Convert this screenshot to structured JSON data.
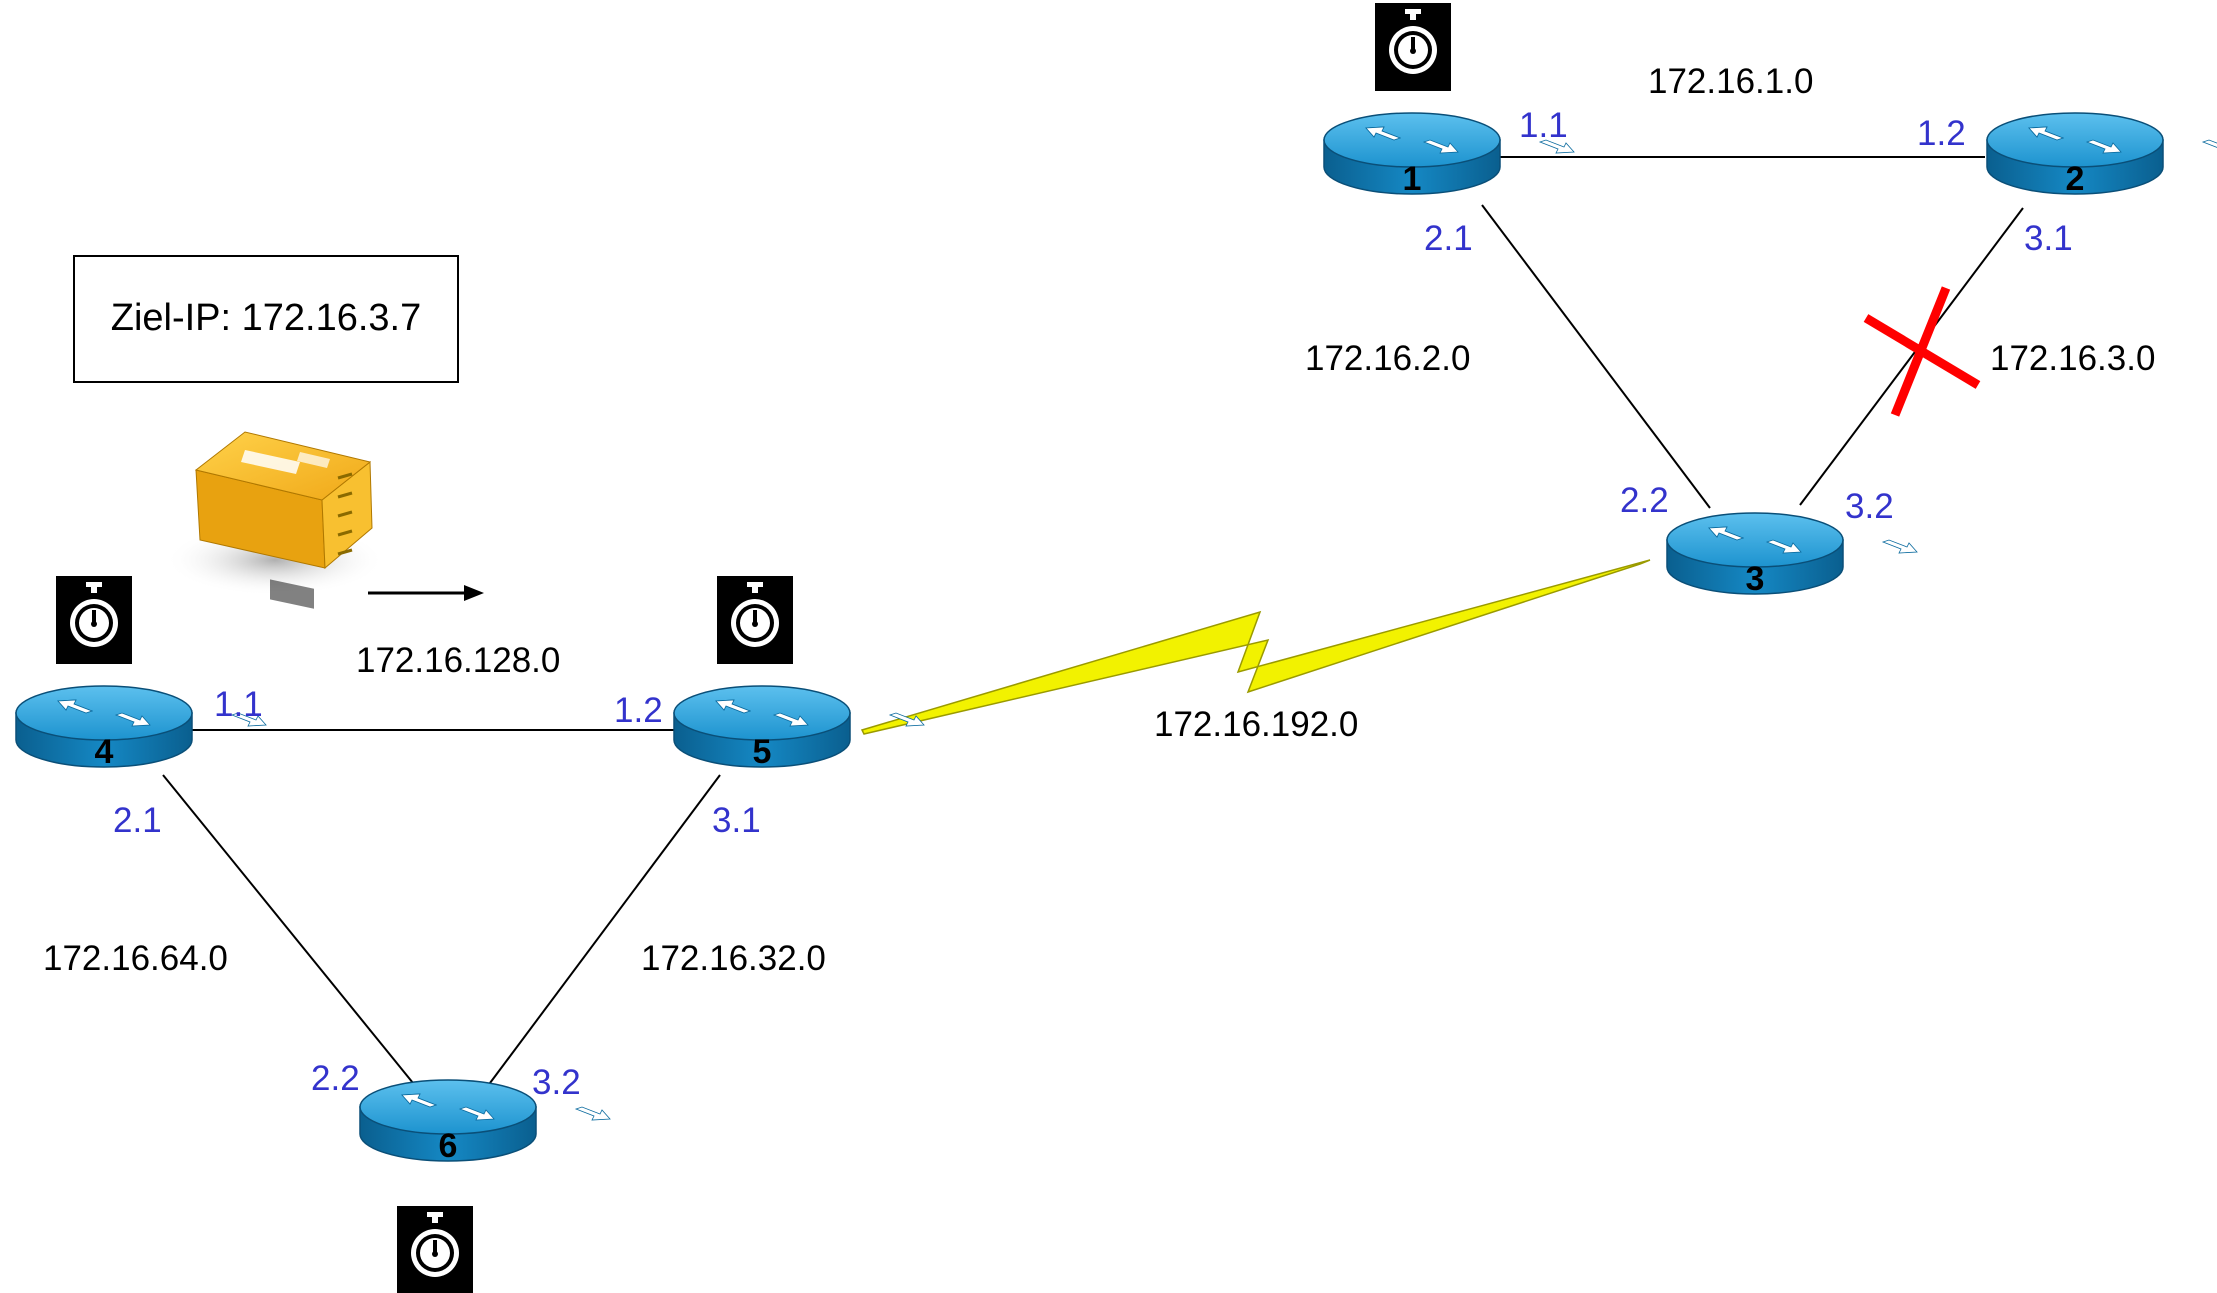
{
  "target_box": {
    "text": "Ziel-IP: 172.16.3.7"
  },
  "routers": [
    {
      "number": "1"
    },
    {
      "number": "2"
    },
    {
      "number": "3"
    },
    {
      "number": "4"
    },
    {
      "number": "5"
    },
    {
      "number": "6"
    }
  ],
  "networks": {
    "n_1_2": "172.16.1.0",
    "n_1_3": "172.16.2.0",
    "n_2_3": "172.16.3.0",
    "n_3_5": "172.16.192.0",
    "n_4_5": "172.16.128.0",
    "n_4_6": "172.16.64.0",
    "n_5_6": "172.16.32.0"
  },
  "interfaces": {
    "r1_to_r2": "1.1",
    "r2_to_r1": "1.2",
    "r1_to_r3": "2.1",
    "r3_to_r1": "2.2",
    "r2_to_r3": "3.1",
    "r3_to_r2": "3.2",
    "r4_to_r5": "1.1",
    "r5_to_r4": "1.2",
    "r4_to_r6": "2.1",
    "r6_to_r4": "2.2",
    "r5_to_r6": "3.1",
    "r6_to_r5": "3.2"
  },
  "colors": {
    "router_top": "#2a9fd6",
    "router_side": "#0b6fa6",
    "interface_label": "#3333cc",
    "serial_link": "#f2f200",
    "failure_mark": "#ff0000",
    "package": "#f5b820"
  },
  "icons": {
    "timer": "stopwatch-icon",
    "packet": "package-icon",
    "failure": "link-failure-x-icon",
    "arrow": "right-arrow-icon"
  }
}
